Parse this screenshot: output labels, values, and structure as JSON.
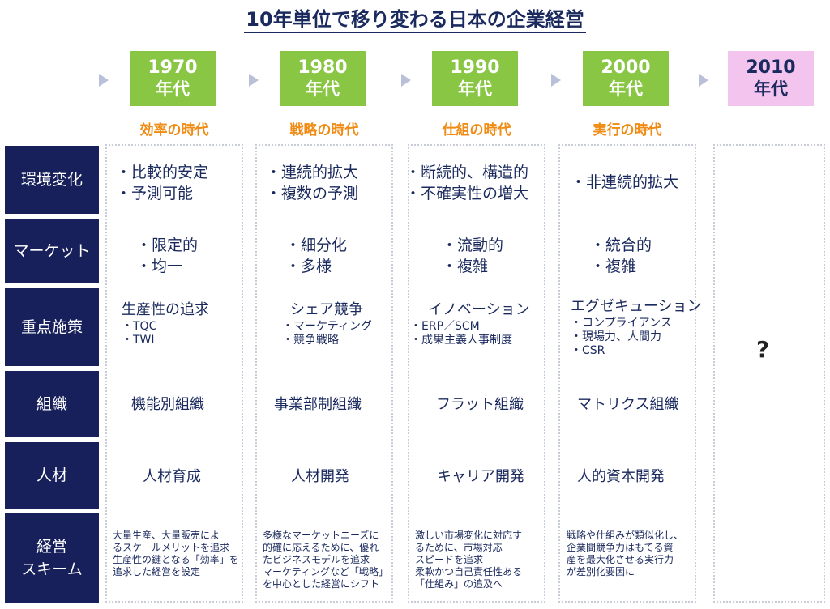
{
  "title": "10年単位で移り変わる日本の企業経営",
  "eras": [
    {
      "year": "1970",
      "dec": "年代",
      "subtitle": "効率の時代"
    },
    {
      "year": "1980",
      "dec": "年代",
      "subtitle": "戦略の時代"
    },
    {
      "year": "1990",
      "dec": "年代",
      "subtitle": "仕組の時代"
    },
    {
      "year": "2000",
      "dec": "年代",
      "subtitle": "実行の時代"
    },
    {
      "year": "2010",
      "dec": "年代",
      "subtitle": ""
    }
  ],
  "rows": {
    "env": {
      "label": "環境変化",
      "cells": [
        [
          "・比較的安定",
          "・予測可能"
        ],
        [
          "・連続的拡大",
          "・複数の予測"
        ],
        [
          "・断続的、構造的",
          "・不確実性の増大"
        ],
        [
          "・非連続的拡大"
        ]
      ]
    },
    "market": {
      "label": "マーケット",
      "cells": [
        [
          "・限定的",
          "・均一"
        ],
        [
          "・細分化",
          "・多様"
        ],
        [
          "・流動的",
          "・複雑"
        ],
        [
          "・統合的",
          "・複雑"
        ]
      ]
    },
    "policy": {
      "label": "重点施策",
      "cells": [
        {
          "main": "生産性の追求",
          "items": [
            "・TQC",
            "・TWI"
          ]
        },
        {
          "main": "シェア競争",
          "items": [
            "・マーケティング",
            "・競争戦略"
          ]
        },
        {
          "main": "イノベーション",
          "items": [
            "・ERP／SCM",
            "・成果主義人事制度"
          ]
        },
        {
          "main": "エグゼキューション",
          "items": [
            "・コンプライアンス",
            "・現場力、人間力",
            "・CSR"
          ]
        }
      ]
    },
    "org": {
      "label": "組織",
      "cells": [
        "機能別組織",
        "事業部制組織",
        "フラット組織",
        "マトリクス組織"
      ]
    },
    "people": {
      "label": "人材",
      "cells": [
        "人材育成",
        "人材開発",
        "キャリア開発",
        "人的資本開発"
      ]
    },
    "scheme": {
      "label_line1": "経営",
      "label_line2": "スキーム",
      "cells": [
        [
          "大量生産、大量販売によ",
          "るスケールメリットを追求",
          "生産性の鍵となる「効率」を",
          "追求した経営を設定"
        ],
        [
          "多様なマーケットニーズに",
          "的確に応えるために、優れ",
          "たビジネスモデルを追求",
          "マーケティングなど「戦略」",
          "を中心とした経営にシフト"
        ],
        [
          "激しい市場変化に対応す",
          "るために、市場対応",
          "スピードを追求",
          "柔軟かつ自己責任性ある",
          "「仕組み」の追及へ"
        ],
        [
          "戦略や仕組みが類似化し、",
          "企業間競争力はもてる資",
          "産を最大化させる実行力",
          "が差別化要因に"
        ]
      ]
    }
  },
  "unknown": "?"
}
